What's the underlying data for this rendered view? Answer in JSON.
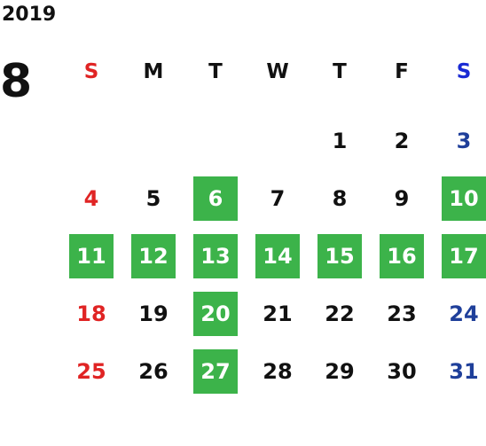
{
  "calendar": {
    "year": "2019",
    "month": "8",
    "weekdays": [
      "S",
      "M",
      "T",
      "W",
      "T",
      "F",
      "S"
    ],
    "colors": {
      "highlight": "#3cb34a",
      "sunday": "#e02424",
      "saturday_header": "#1a2ad4",
      "saturday_day": "#1f3f9a",
      "default": "#111111"
    },
    "weeks": [
      [
        null,
        null,
        null,
        null,
        {
          "d": "1",
          "hl": false
        },
        {
          "d": "2",
          "hl": false
        },
        {
          "d": "3",
          "hl": false
        }
      ],
      [
        {
          "d": "4",
          "hl": false
        },
        {
          "d": "5",
          "hl": false
        },
        {
          "d": "6",
          "hl": true
        },
        {
          "d": "7",
          "hl": false
        },
        {
          "d": "8",
          "hl": false
        },
        {
          "d": "9",
          "hl": false
        },
        {
          "d": "10",
          "hl": true
        }
      ],
      [
        {
          "d": "11",
          "hl": true
        },
        {
          "d": "12",
          "hl": true
        },
        {
          "d": "13",
          "hl": true
        },
        {
          "d": "14",
          "hl": true
        },
        {
          "d": "15",
          "hl": true
        },
        {
          "d": "16",
          "hl": true
        },
        {
          "d": "17",
          "hl": true
        }
      ],
      [
        {
          "d": "18",
          "hl": false
        },
        {
          "d": "19",
          "hl": false
        },
        {
          "d": "20",
          "hl": true
        },
        {
          "d": "21",
          "hl": false
        },
        {
          "d": "22",
          "hl": false
        },
        {
          "d": "23",
          "hl": false
        },
        {
          "d": "24",
          "hl": false
        }
      ],
      [
        {
          "d": "25",
          "hl": false
        },
        {
          "d": "26",
          "hl": false
        },
        {
          "d": "27",
          "hl": true
        },
        {
          "d": "28",
          "hl": false
        },
        {
          "d": "29",
          "hl": false
        },
        {
          "d": "30",
          "hl": false
        },
        {
          "d": "31",
          "hl": false
        }
      ]
    ]
  }
}
